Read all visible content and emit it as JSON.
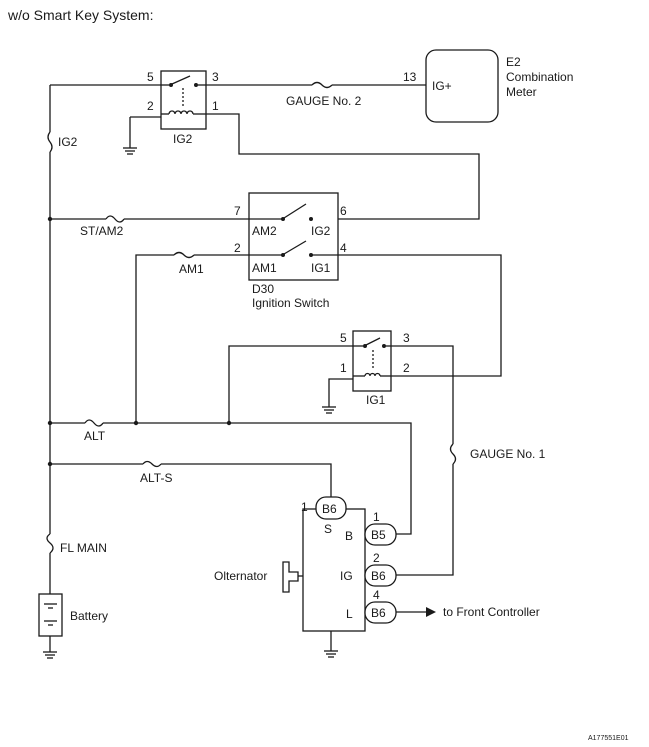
{
  "title": "w/o Smart Key System:",
  "footer_code": "A177551E01",
  "fuses": {
    "ig2": "IG2",
    "gauge2": "GAUGE No. 2",
    "st_am2": "ST/AM2",
    "am1": "AM1",
    "alt": "ALT",
    "alt_s": "ALT-S",
    "gauge1": "GAUGE No. 1",
    "fl_main": "FL MAIN"
  },
  "relay_ig2": {
    "name": "IG2",
    "pin_tl": "5",
    "pin_tr": "3",
    "pin_bl": "2",
    "pin_br": "1"
  },
  "relay_ig1": {
    "name": "IG1",
    "pin_tl": "5",
    "pin_tr": "3",
    "pin_bl": "1",
    "pin_br": "2"
  },
  "meter": {
    "pin": "13",
    "terminal": "IG+",
    "code": "E2",
    "name_line1": "Combination",
    "name_line2": "Meter"
  },
  "ignition_switch": {
    "code": "D30",
    "name": "Ignition Switch",
    "pin_am2": "7",
    "pin_ig2": "6",
    "pin_am1": "2",
    "pin_ig1": "4",
    "label_am2": "AM2",
    "label_ig2": "IG2",
    "label_am1": "AM1",
    "label_ig1": "IG1"
  },
  "alternator": {
    "label": "Olternator",
    "terminal_s": "S",
    "terminal_b": "B",
    "terminal_ig": "IG",
    "terminal_l": "L",
    "conn_s": {
      "pin": "1",
      "code": "B6"
    },
    "conn_b": {
      "pin": "1",
      "code": "B5"
    },
    "conn_ig": {
      "pin": "2",
      "code": "B6"
    },
    "conn_l": {
      "pin": "4",
      "code": "B6"
    }
  },
  "front_controller_label": "to Front Controller",
  "battery_label": "Battery"
}
